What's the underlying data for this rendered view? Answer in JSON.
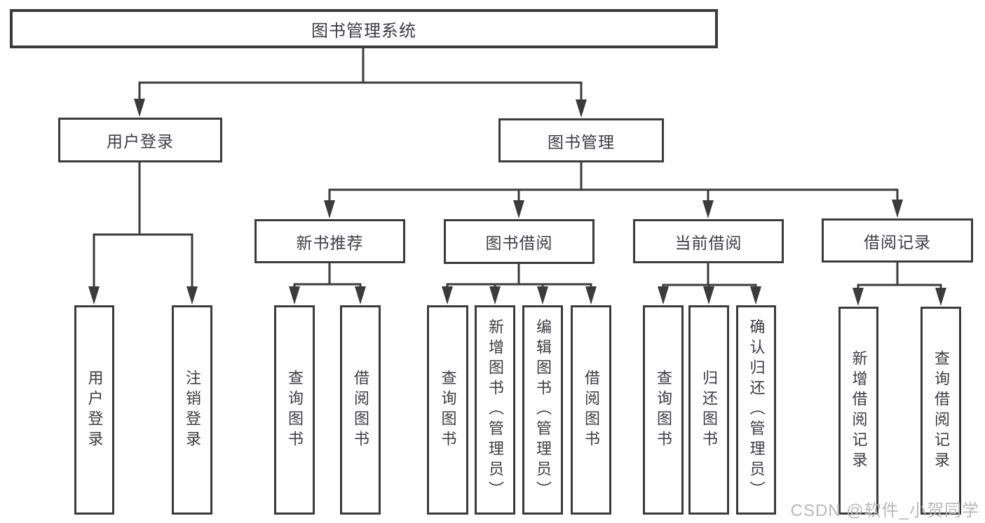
{
  "watermark": "CSDN @软件_小贺同学",
  "colors": {
    "line": "#3b3b3b",
    "text": "#3d3d42",
    "background": "#ffffff",
    "watermark": "#b9b9b9"
  },
  "diagram_type": "hierarchy-tree",
  "tree": {
    "label": "图书管理系统",
    "children": [
      {
        "label": "用户登录",
        "children": [
          {
            "label": "用户登录"
          },
          {
            "label": "注销登录"
          }
        ]
      },
      {
        "label": "图书管理",
        "children": [
          {
            "label": "新书推荐",
            "children": [
              {
                "label": "查询图书"
              },
              {
                "label": "借阅图书"
              }
            ]
          },
          {
            "label": "图书借阅",
            "children": [
              {
                "label": "查询图书"
              },
              {
                "label": "新增图书（管理员）"
              },
              {
                "label": "编辑图书（管理员）"
              },
              {
                "label": "借阅图书"
              }
            ]
          },
          {
            "label": "当前借阅",
            "children": [
              {
                "label": "查询图书"
              },
              {
                "label": "归还图书"
              },
              {
                "label": "确认归还（管理员）"
              }
            ]
          },
          {
            "label": "借阅记录",
            "children": [
              {
                "label": "新增借阅记录"
              },
              {
                "label": "查询借阅记录"
              }
            ]
          }
        ]
      }
    ]
  }
}
